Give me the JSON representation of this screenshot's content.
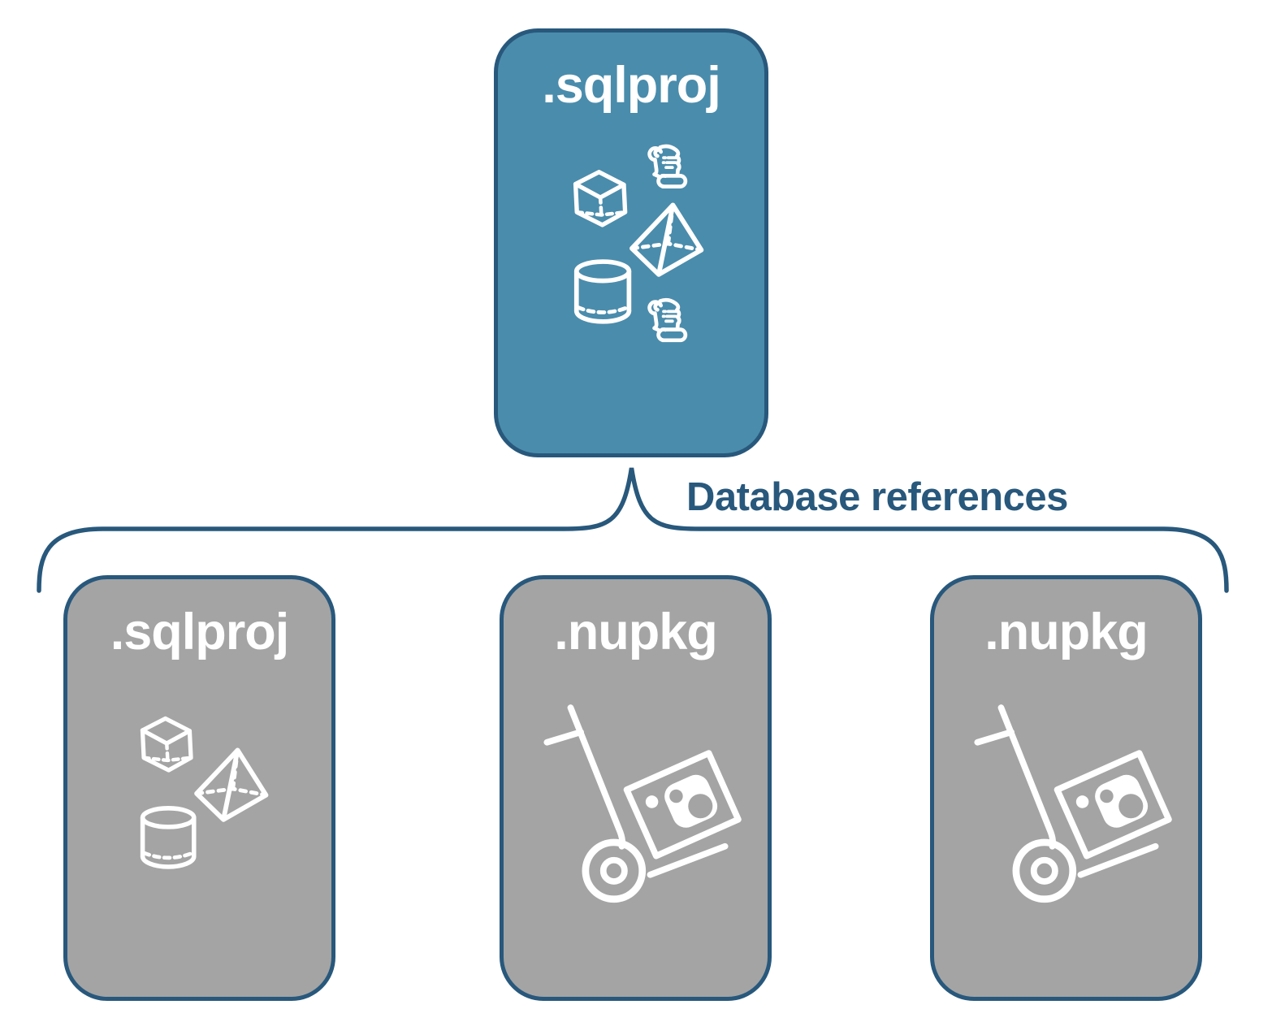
{
  "colors": {
    "background": "#ffffff",
    "accent_fill": "#4a8cac",
    "child_fill": "#a4a4a4",
    "outline": "#28587c",
    "icon_stroke": "#ffffff",
    "label_text": "#ffffff"
  },
  "root_node": {
    "label": ".sqlproj",
    "icon_names": [
      "cube-icon",
      "script-scroll-icon",
      "pyramid-icon",
      "database-cylinder-icon",
      "script-scroll-icon"
    ]
  },
  "connector": {
    "label": "Database references"
  },
  "child_nodes": [
    {
      "label": ".sqlproj",
      "icon_names": [
        "cube-icon",
        "pyramid-icon",
        "database-cylinder-icon"
      ]
    },
    {
      "label": ".nupkg",
      "icon_names": [
        "nuget-package-dolly-icon"
      ]
    },
    {
      "label": ".nupkg",
      "icon_names": [
        "nuget-package-dolly-icon"
      ]
    }
  ]
}
